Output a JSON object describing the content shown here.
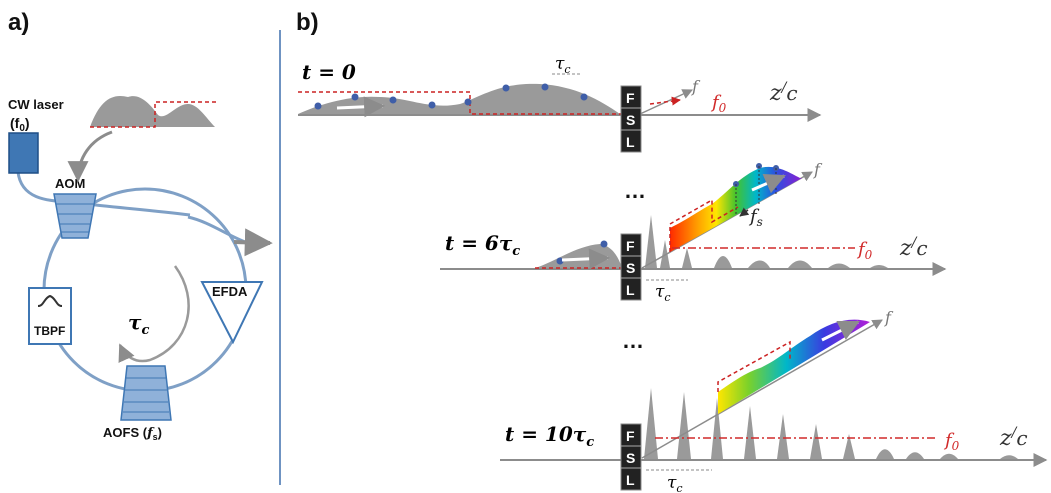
{
  "panel_a": {
    "label": "a)",
    "cw_laser": "CW laser",
    "cw_freq": "(f",
    "cw_freq_sub": "0",
    "cw_freq_close": ")",
    "aom": "AOM",
    "efda": "EFDA",
    "tbpf": "TBPF",
    "tau": "τ",
    "tau_sub": "c",
    "aofs": "AOFS (",
    "aofs_f": "f",
    "aofs_sub": "s",
    "aofs_close": ")"
  },
  "panel_b": {
    "label": "b)",
    "fsl": [
      "F",
      "S",
      "L"
    ],
    "f_axis": "f",
    "f0": "f",
    "f0_sub": "0",
    "fs": "f",
    "fs_sub": "s",
    "z": "z",
    "c": "c",
    "tau": "τ",
    "tau_sub": "c",
    "ellipsis": "…",
    "rows": [
      {
        "t": "t = 0"
      },
      {
        "t": "t = 6τ",
        "sub": "c"
      },
      {
        "t": "t = 10τ",
        "sub": "c"
      }
    ]
  },
  "colors": {
    "fiber": "#7fa0c6",
    "device": "#3f77b4",
    "pulse": "#9a9a9a",
    "dashed_red": "#cc2222",
    "f0_red": "#d12a2a",
    "divider": "#6f93c2"
  }
}
